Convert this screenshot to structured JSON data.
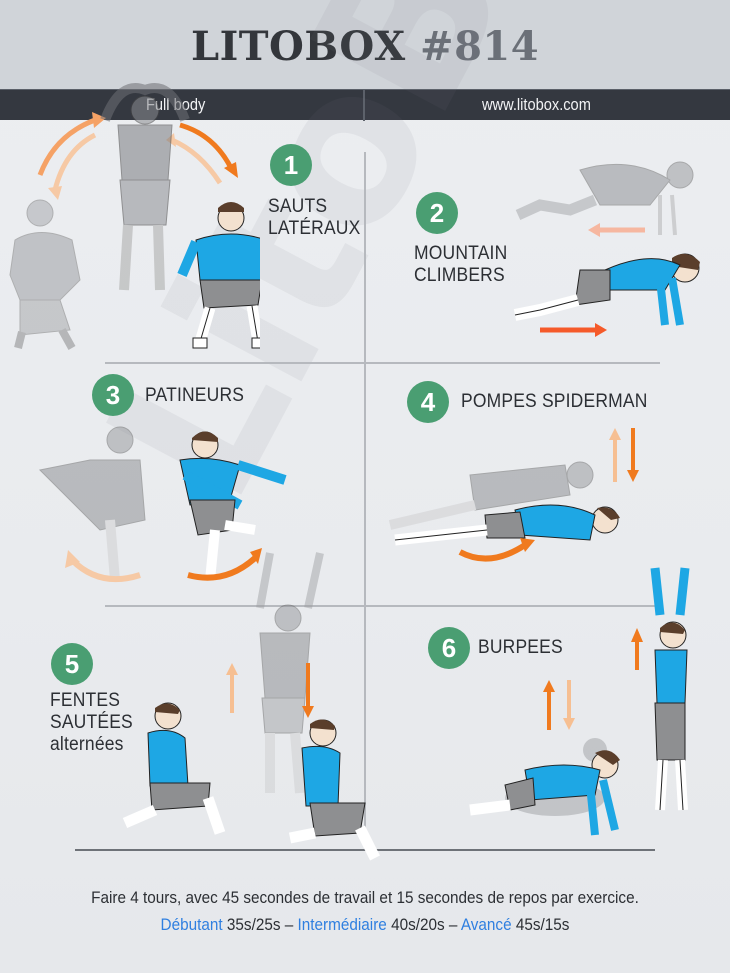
{
  "header": {
    "brand": "LITOBOX",
    "number": "#814",
    "category": "Full body",
    "website": "www.litobox.com"
  },
  "watermark": "LitoBox",
  "colors": {
    "title_band": "#d0d4d9",
    "top_bar": "#343840",
    "badge_green": "#4a9e72",
    "shirt_blue": "#1ea7e4",
    "shorts_gray": "#8e8f91",
    "arrow_orange": "#f07a1e",
    "arrow_orange_light": "#f6bf92",
    "level_blue": "#2f7fe0"
  },
  "exercises": [
    {
      "number": "1",
      "name_lines": [
        "SAUTS",
        "LATÉRAUX"
      ]
    },
    {
      "number": "2",
      "name_lines": [
        "MOUNTAIN",
        "CLIMBERS"
      ]
    },
    {
      "number": "3",
      "name_lines": [
        "PATINEURS"
      ]
    },
    {
      "number": "4",
      "name_lines": [
        "POMPES SPIDERMAN"
      ]
    },
    {
      "number": "5",
      "name_lines": [
        "FENTES",
        "SAUTÉES",
        "alternées"
      ]
    },
    {
      "number": "6",
      "name_lines": [
        "BURPEES"
      ]
    }
  ],
  "footer": {
    "instructions": "Faire 4 tours, avec 45 secondes de travail et 15 secondes de repos par exercice.",
    "levels": [
      {
        "label": "Débutant",
        "timing": "35s/25s"
      },
      {
        "label": "Intermédiaire",
        "timing": "40s/20s"
      },
      {
        "label": "Avancé",
        "timing": "45s/15s"
      }
    ],
    "separator": " – "
  }
}
